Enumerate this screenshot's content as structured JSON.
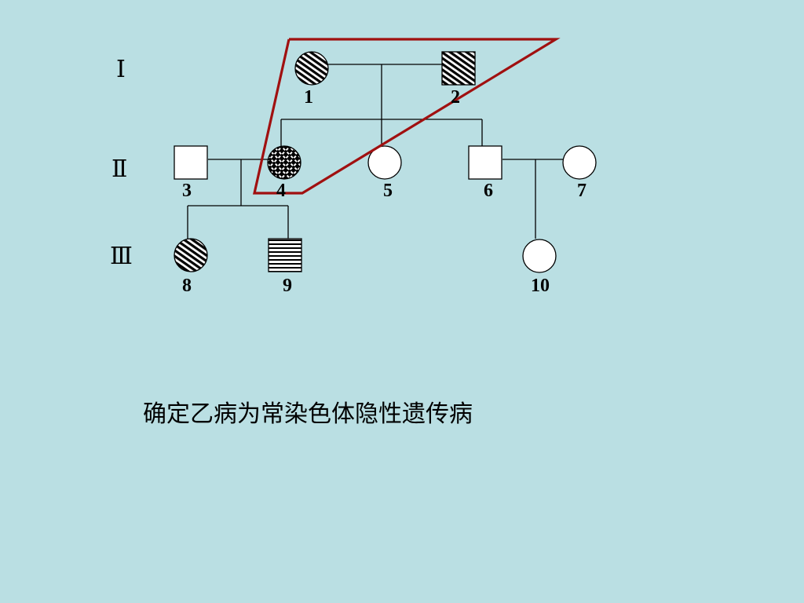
{
  "generations": [
    "Ⅰ",
    "Ⅱ",
    "Ⅲ"
  ],
  "individuals": [
    {
      "id": "1",
      "sex": "female",
      "fill": "diagonal-hatch"
    },
    {
      "id": "2",
      "sex": "male",
      "fill": "diagonal-hatch"
    },
    {
      "id": "3",
      "sex": "male",
      "fill": "none"
    },
    {
      "id": "4",
      "sex": "female",
      "fill": "crosshatch"
    },
    {
      "id": "5",
      "sex": "female",
      "fill": "none"
    },
    {
      "id": "6",
      "sex": "male",
      "fill": "none"
    },
    {
      "id": "7",
      "sex": "female",
      "fill": "none"
    },
    {
      "id": "8",
      "sex": "female",
      "fill": "diagonal-hatch"
    },
    {
      "id": "9",
      "sex": "male",
      "fill": "horizontal-hatch"
    },
    {
      "id": "10",
      "sex": "female",
      "fill": "none"
    }
  ],
  "highlight": {
    "color": "#a01010",
    "members": [
      "1",
      "2",
      "4"
    ]
  },
  "caption": "确定乙病为常染色体隐性遗传病"
}
